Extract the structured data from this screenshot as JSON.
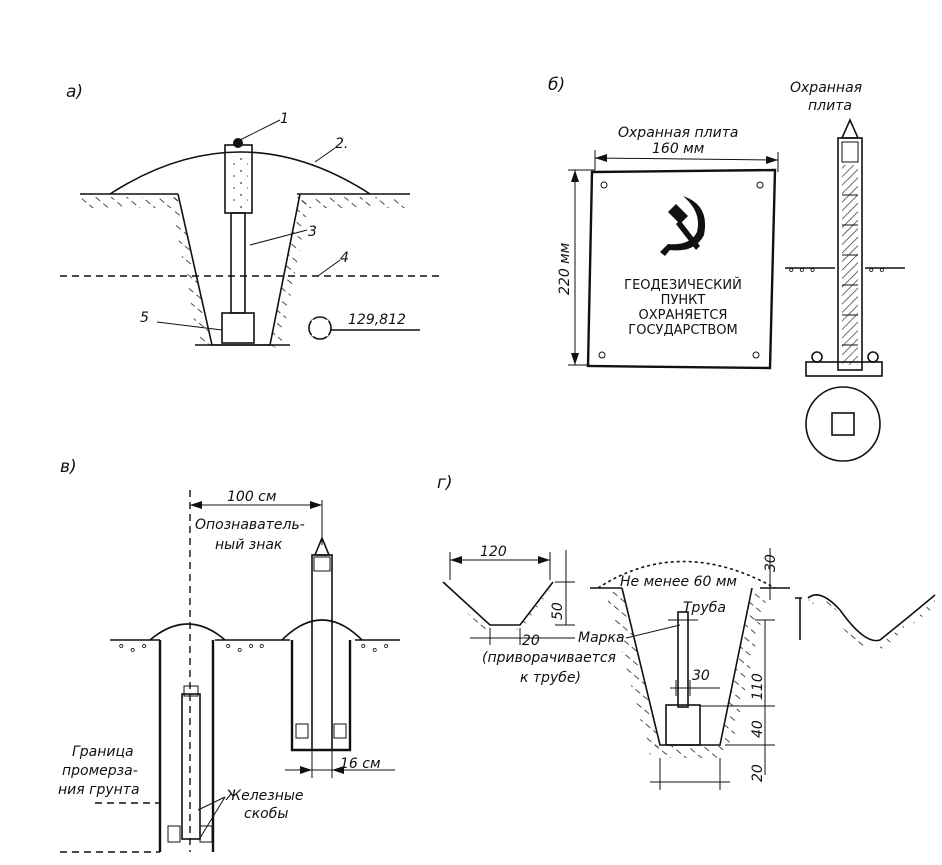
{
  "panel_a": {
    "label": "а)",
    "callouts": [
      "1",
      "2.",
      "3",
      "4",
      "5"
    ],
    "elevation": "129,812"
  },
  "panel_b": {
    "label": "б)",
    "plate_title": "Охранная плита",
    "width_dim": "160 мм",
    "height_dim": "220 мм",
    "inscription": [
      "ГЕОДЕЗИЧЕСКИЙ",
      "ПУНКТ",
      "ОХРАНЯЕТСЯ",
      "ГОСУДАРСТВОМ"
    ],
    "side_title": [
      "Охранная",
      "плита"
    ]
  },
  "panel_v": {
    "label": "в)",
    "distance_dim": "100 см",
    "sign_label": [
      "Опознаватель-",
      "ный знак"
    ],
    "width_dim": "16 см",
    "frost_label": [
      "Граница",
      "промерза-",
      "ния грунта"
    ],
    "brackets_label": [
      "Железные",
      "скобы"
    ]
  },
  "panel_g": {
    "label": "г)",
    "dim_120": "120",
    "dim_50": "50",
    "dim_20_bottom": "20",
    "dim_30_top": "30",
    "min_label": "Не менее 60 мм",
    "pipe_label": "Труба",
    "mark_label": [
      "Марка",
      "(приворачивается",
      "к трубе)"
    ],
    "dim_30_mid": "30",
    "dim_110": "110",
    "dim_40": "40",
    "dim_20_right": "20"
  },
  "colors": {
    "ink": "#111111",
    "paper": "#ffffff",
    "hatch": "#333333"
  }
}
